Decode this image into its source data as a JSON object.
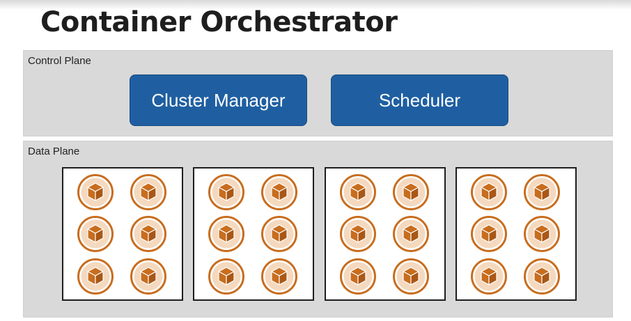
{
  "title": "Container Orchestrator",
  "control_plane": {
    "label": "Control Plane",
    "components": [
      "Cluster Manager",
      "Scheduler"
    ]
  },
  "data_plane": {
    "label": "Data Plane",
    "nodes": [
      {
        "containers": 6
      },
      {
        "containers": 6
      },
      {
        "containers": 6
      },
      {
        "containers": 6
      }
    ]
  },
  "colors": {
    "component_fill": "#1f5fa1",
    "container_ring": "#c86d1e",
    "container_cube": "#c86d1e",
    "plane_fill": "#d9d9d9"
  },
  "icons": {
    "container": "cube-icon"
  }
}
